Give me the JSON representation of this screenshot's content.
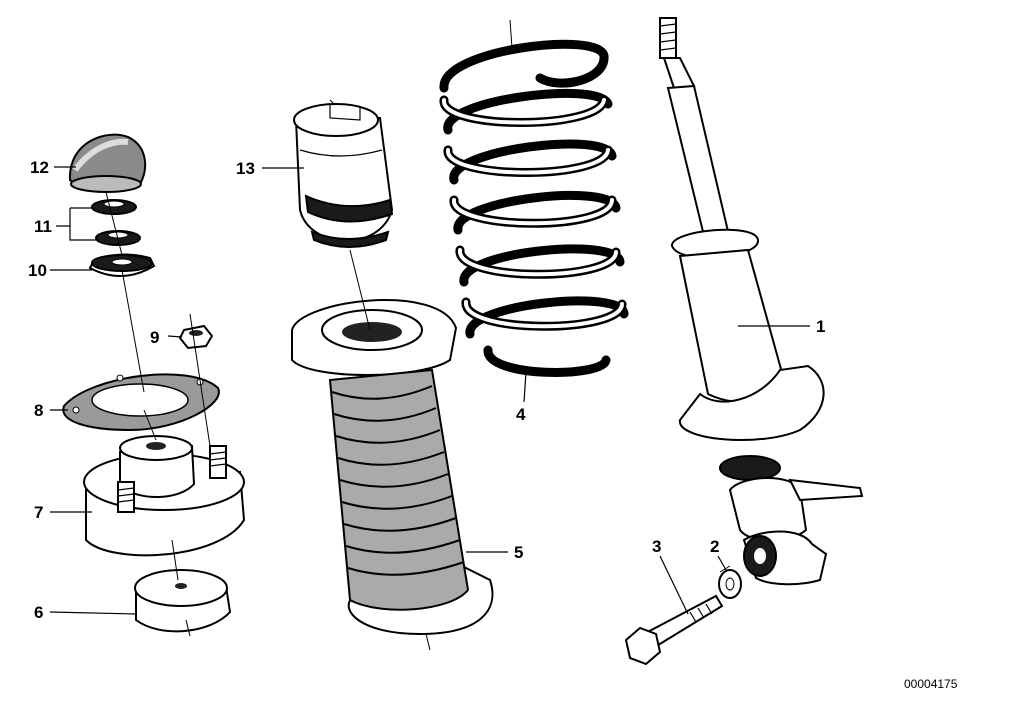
{
  "labels": {
    "p1": "1",
    "p2": "2",
    "p3": "3",
    "p4": "4",
    "p5": "5",
    "p6": "6",
    "p7": "7",
    "p8": "8",
    "p9": "9",
    "p10": "10",
    "p11": "11",
    "p12": "12",
    "p13": "13"
  },
  "reference_number": "00004175"
}
